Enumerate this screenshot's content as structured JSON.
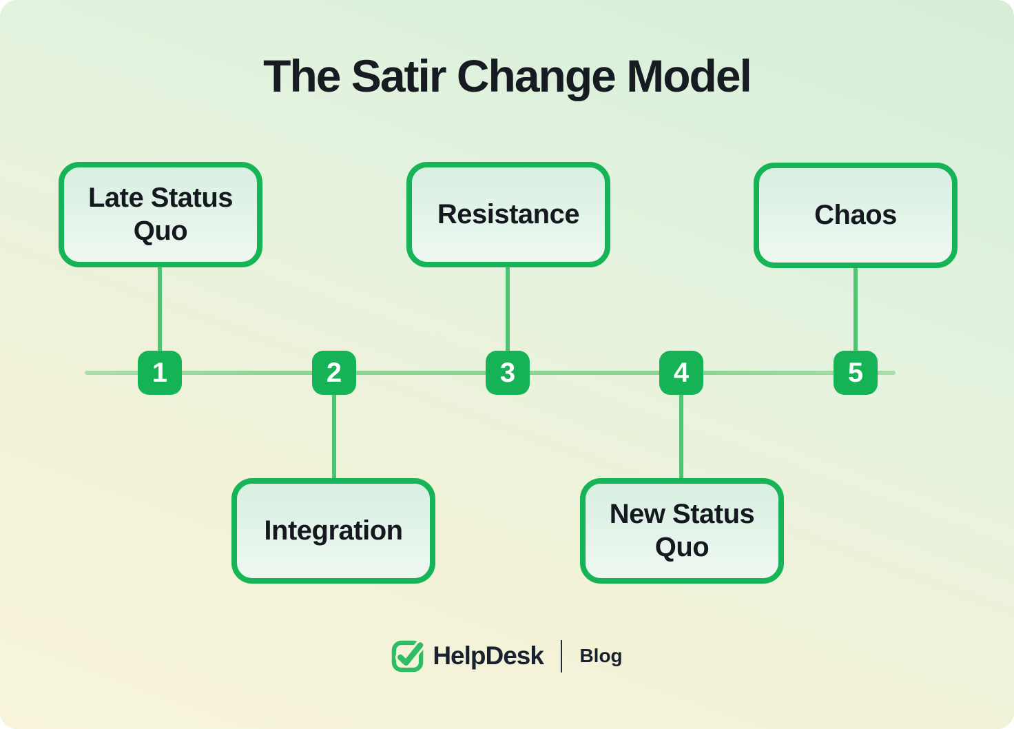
{
  "title": "The Satir Change Model",
  "stages": [
    {
      "number": "1",
      "label": "Late Status Quo",
      "box_position": "above"
    },
    {
      "number": "2",
      "label": "Integration",
      "box_position": "below"
    },
    {
      "number": "3",
      "label": "Resistance",
      "box_position": "above"
    },
    {
      "number": "4",
      "label": "New Status Quo",
      "box_position": "below"
    },
    {
      "number": "5",
      "label": "Chaos",
      "box_position": "above"
    }
  ],
  "footer": {
    "brand": "HelpDesk",
    "tag": "Blog"
  },
  "colors": {
    "accent_green": "#15b356",
    "box_border_green": "#16b457",
    "connector_green": "#4cc472",
    "timeline_light_green": "#9bd79e",
    "box_fill_top": "#d8efe1",
    "box_fill_bottom": "#eef8f1",
    "background_top_right": "#d5eed8",
    "background_bottom_left": "#f7f4db",
    "text_dark": "#171c23",
    "brand_navy": "#18222f",
    "logo_green": "#2dbd66",
    "node_number_color": "#ffffff"
  }
}
